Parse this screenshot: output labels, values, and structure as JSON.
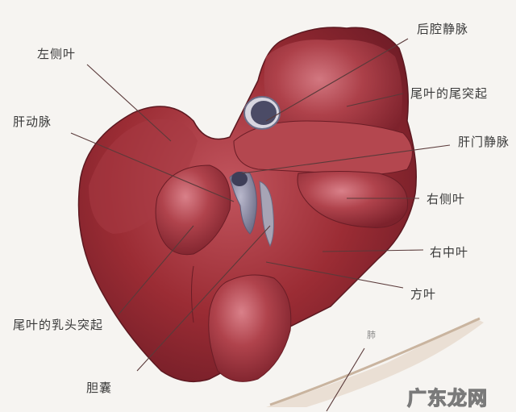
{
  "figure": {
    "subject": "liver anatomy illustration",
    "colors": {
      "background": "#f6f4f1",
      "liver_base": "#9b2c34",
      "liver_dark": "#6e1c26",
      "liver_light": "#c8616a",
      "vessel": "#8a8aa0",
      "vessel_dark": "#3e3e58",
      "leader_line": "#5a3a3a",
      "label_text": "#3a3a3a"
    }
  },
  "labels": [
    {
      "id": "left-lateral-lobe",
      "text": "左侧叶"
    },
    {
      "id": "hepatic-artery",
      "text": "肝动脉"
    },
    {
      "id": "caudal-vena-cava",
      "text": "后腔静脉"
    },
    {
      "id": "caudate-process",
      "text": "尾叶的尾突起"
    },
    {
      "id": "portal-vein",
      "text": "肝门静脉"
    },
    {
      "id": "right-lateral-lobe",
      "text": "右侧叶"
    },
    {
      "id": "right-middle-lobe",
      "text": "右中叶"
    },
    {
      "id": "quadrate-lobe",
      "text": "方叶"
    },
    {
      "id": "papillary-process",
      "text": "尾叶的乳头突起"
    },
    {
      "id": "gallbladder",
      "text": "胆囊"
    },
    {
      "id": "lung",
      "text": "肺"
    }
  ],
  "watermark": "广东龙网"
}
